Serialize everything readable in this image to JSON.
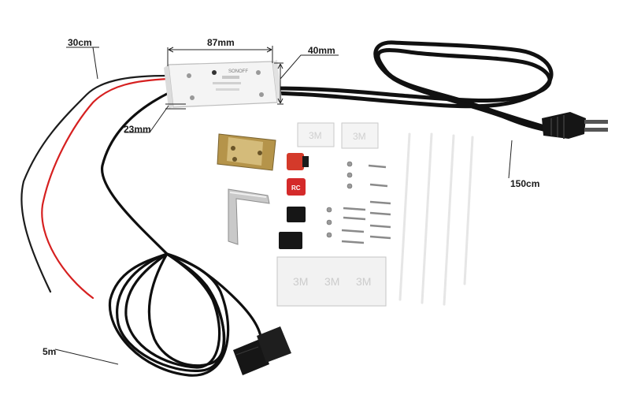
{
  "labels": {
    "module_width": "87mm",
    "module_depth": "40mm",
    "module_height": "23mm",
    "sensor_wire_length": "30cm",
    "power_cord_length": "150cm",
    "magnetic_sensor_lead": "5m"
  },
  "module": {
    "brand_text": "SONOFF"
  },
  "accessories": {
    "tape_mark": "3M",
    "rf_key_text": "RC"
  },
  "colors": {
    "background": "#ffffff",
    "cable": "#111111",
    "red_wire": "#d62020",
    "module_body": "#f2f2f2",
    "bracket": "#b79a52",
    "dimension_line": "#222222"
  }
}
